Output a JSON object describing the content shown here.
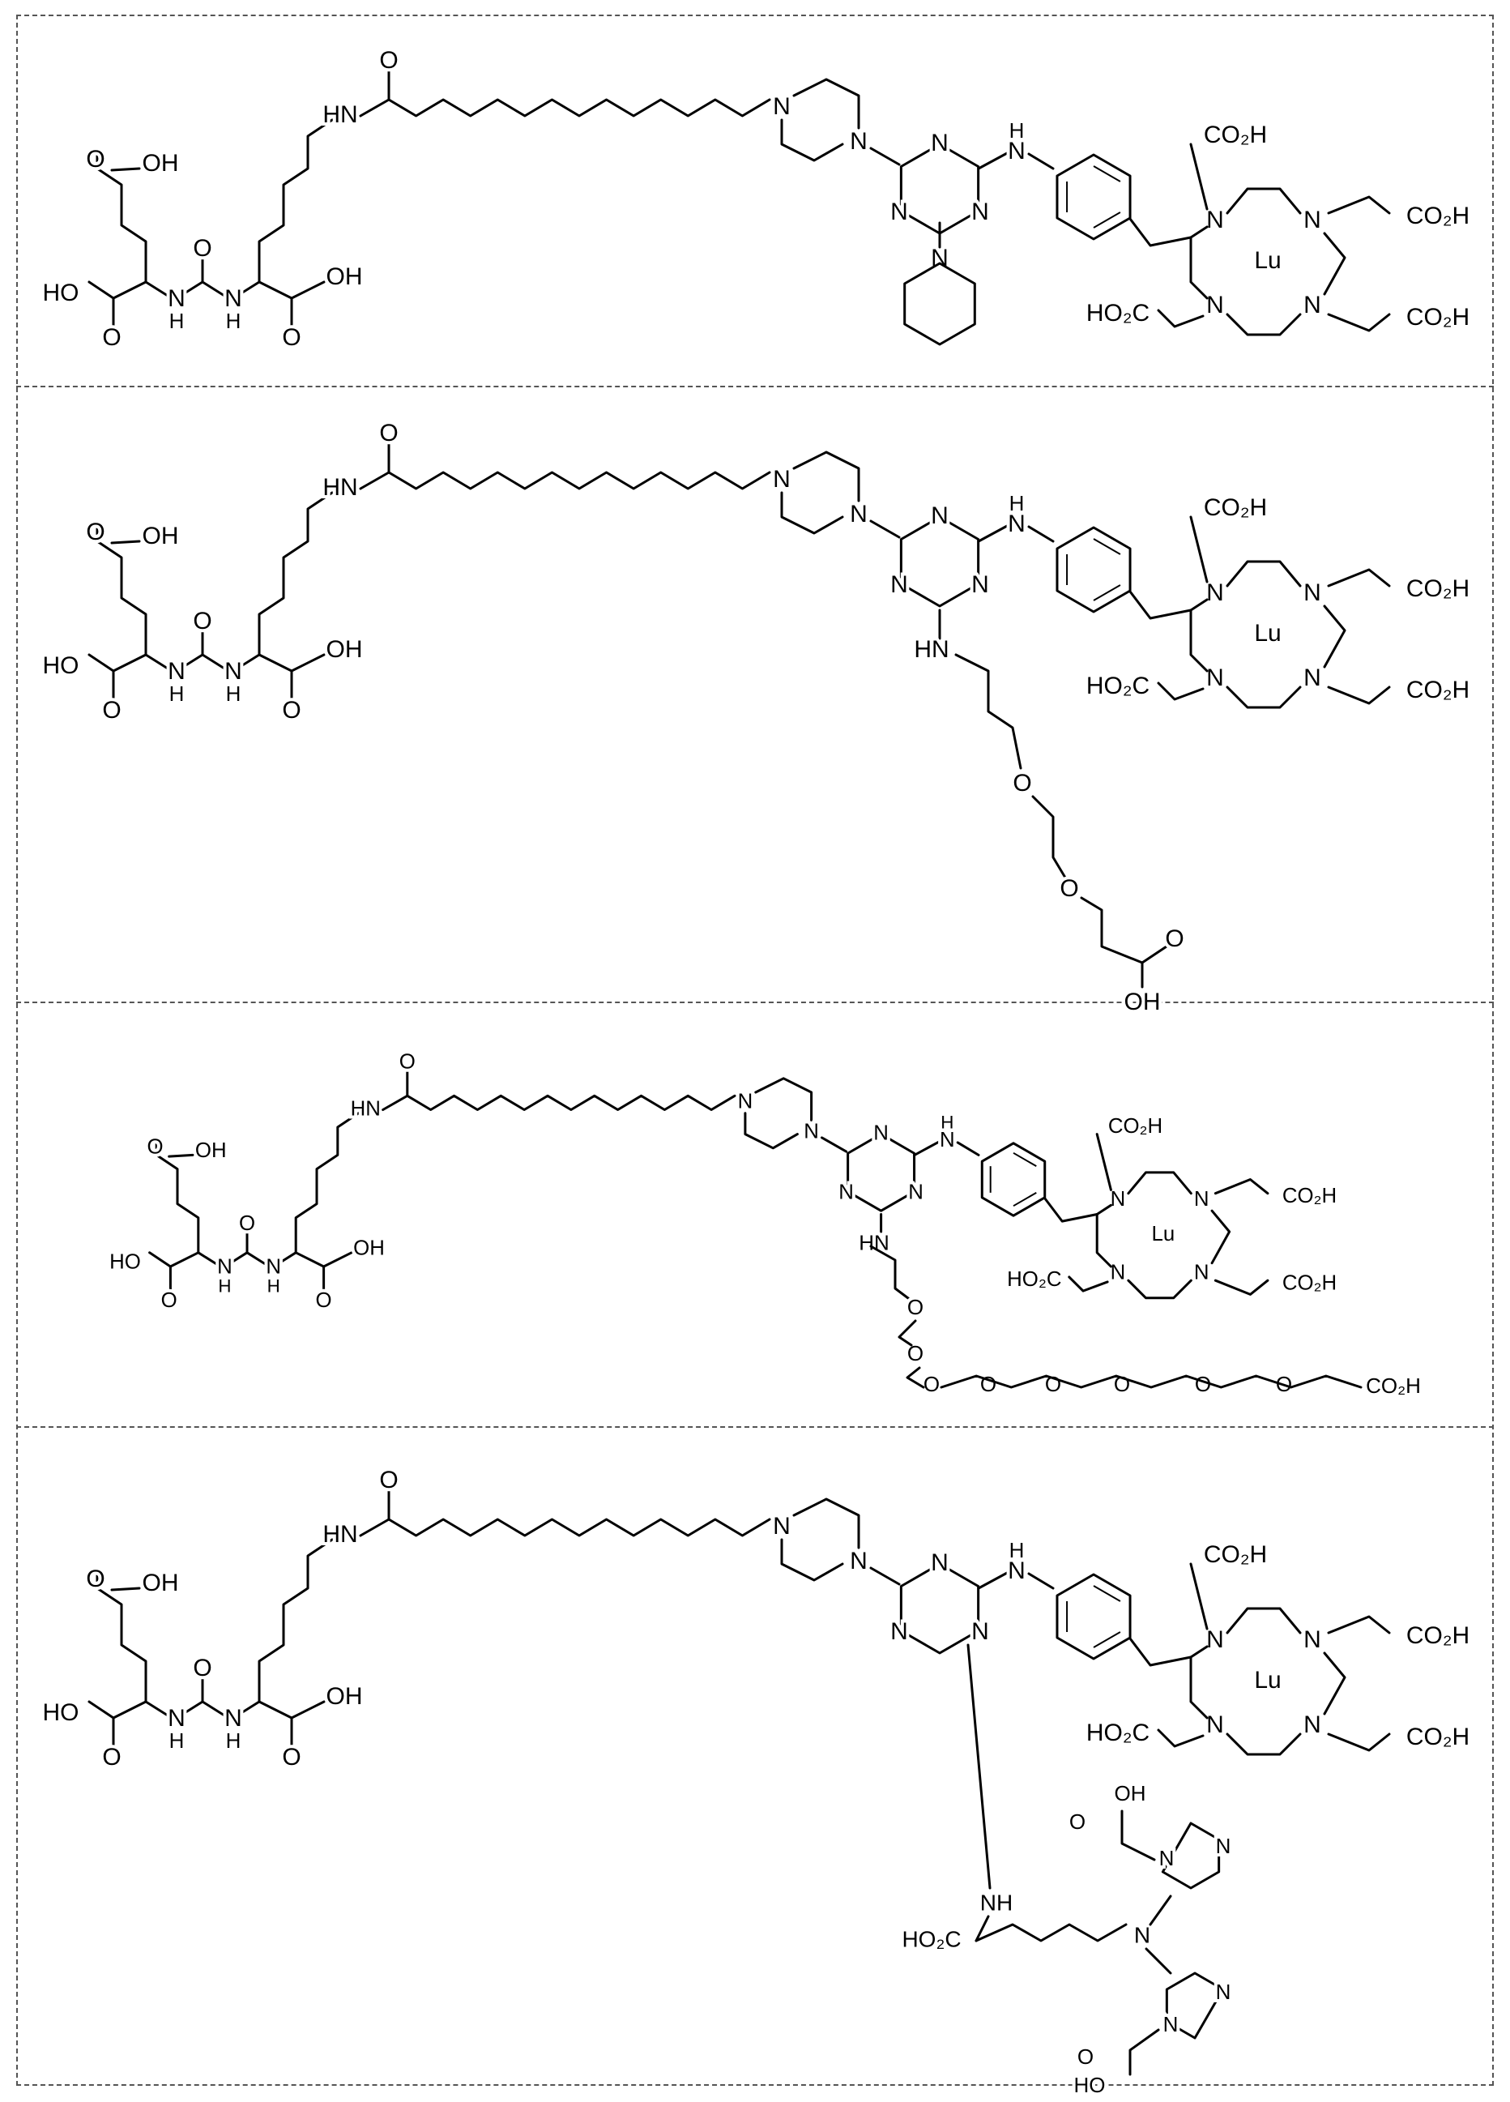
{
  "figure": {
    "panels": [
      {
        "id": "panel-1",
        "labels": {
          "glu_acid": "O",
          "glu_oh": "OH",
          "ho_left": "HO",
          "o_left_bottom": "O",
          "nh_left": "N",
          "h_left": "H",
          "urea_o": "O",
          "nh_mid": "N",
          "h_mid": "H",
          "lys_oh": "OH",
          "lys_o": "O",
          "hn_amide": "HN",
          "amide_o": "O",
          "pip_n1": "N",
          "pip_n2": "N",
          "triazine_n1": "N",
          "triazine_n2": "N",
          "triazine_n3": "N",
          "aniline_nh": "N",
          "aniline_h": "H",
          "piperidine_n": "N",
          "dota_co2h_top": "CO₂H",
          "dota_co2h_right": "CO₂H",
          "dota_co2h_br": "CO₂H",
          "dota_ho2c": "HO₂C",
          "dota_n1": "N",
          "dota_n2": "N",
          "dota_n3": "N",
          "dota_n4": "N",
          "metal": "Lu"
        }
      },
      {
        "id": "panel-2",
        "labels": {
          "glu_acid": "O",
          "glu_oh": "OH",
          "ho_left": "HO",
          "o_left_bottom": "O",
          "nh_left": "N",
          "h_left": "H",
          "urea_o": "O",
          "nh_mid": "N",
          "h_mid": "H",
          "lys_oh": "OH",
          "lys_o": "O",
          "hn_amide": "HN",
          "amide_o": "O",
          "pip_n1": "N",
          "pip_n2": "N",
          "triazine_n1": "N",
          "triazine_n2": "N",
          "triazine_n3": "N",
          "aniline_nh": "N",
          "aniline_h": "H",
          "hn_peg": "HN",
          "peg_o1": "O",
          "peg_o2": "O",
          "acid_o": "O",
          "acid_oh": "OH",
          "dota_co2h_top": "CO₂H",
          "dota_co2h_right": "CO₂H",
          "dota_co2h_br": "CO₂H",
          "dota_ho2c": "HO₂C",
          "dota_n1": "N",
          "dota_n2": "N",
          "dota_n3": "N",
          "dota_n4": "N",
          "metal": "Lu"
        }
      },
      {
        "id": "panel-3",
        "labels": {
          "glu_acid": "O",
          "glu_oh": "OH",
          "ho_left": "HO",
          "o_left_bottom": "O",
          "nh_left": "N",
          "h_left": "H",
          "urea_o": "O",
          "nh_mid": "N",
          "h_mid": "H",
          "lys_oh": "OH",
          "lys_o": "O",
          "hn_amide": "HN",
          "amide_o": "O",
          "pip_n1": "N",
          "pip_n2": "N",
          "triazine_n1": "N",
          "triazine_n2": "N",
          "triazine_n3": "N",
          "aniline_nh": "N",
          "aniline_h": "H",
          "hn_peg": "HN",
          "peg_o1": "O",
          "peg_o2": "O",
          "peg_o3": "O",
          "peg_o4": "O",
          "peg_o5": "O",
          "peg_o6": "O",
          "peg_o7": "O",
          "peg_o8": "O",
          "peg_co2h": "CO₂H",
          "dota_co2h_top": "CO₂H",
          "dota_co2h_right": "CO₂H",
          "dota_co2h_br": "CO₂H",
          "dota_ho2c": "HO₂C",
          "dota_n1": "N",
          "dota_n2": "N",
          "dota_n3": "N",
          "dota_n4": "N",
          "metal": "Lu"
        }
      },
      {
        "id": "panel-4",
        "labels": {
          "glu_acid": "O",
          "glu_oh": "OH",
          "ho_left": "HO",
          "o_left_bottom": "O",
          "nh_left": "N",
          "h_left": "H",
          "urea_o": "O",
          "nh_mid": "N",
          "h_mid": "H",
          "lys_oh": "OH",
          "lys_o": "O",
          "hn_amide": "HN",
          "amide_o": "O",
          "pip_n1": "N",
          "pip_n2": "N",
          "triazine_n1": "N",
          "triazine_n2": "N",
          "triazine_n3": "N",
          "aniline_nh": "N",
          "aniline_h": "H",
          "dota_co2h_top": "CO₂H",
          "dota_co2h_right": "CO₂H",
          "dota_co2h_br": "CO₂H",
          "dota_ho2c": "HO₂C",
          "dota_n1": "N",
          "dota_n2": "N",
          "dota_n3": "N",
          "dota_n4": "N",
          "metal": "Lu",
          "lys_nh": "NH",
          "lys_ho2c": "HO₂C",
          "tert_n": "N",
          "im1_o": "O",
          "im1_oh": "OH",
          "im1_n1": "N",
          "im1_n2": "N",
          "im2_n1": "N",
          "im2_n2": "N",
          "im2_o": "O",
          "im2_ho": "HO"
        }
      }
    ]
  }
}
